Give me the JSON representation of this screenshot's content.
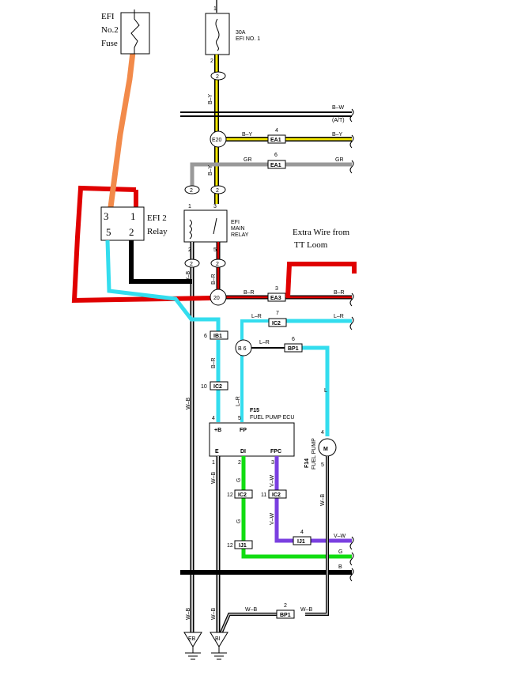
{
  "annotations": {
    "efi2_fuse": [
      "EFI",
      "No.2",
      "Fuse"
    ],
    "efi2_relay": [
      "EFI 2",
      "Relay"
    ],
    "efi2_relay_pins": [
      "3",
      "1",
      "5",
      "2"
    ],
    "extra_wire": [
      "Extra Wire from",
      "TT Loom"
    ]
  },
  "fuse": {
    "rating": "30A",
    "name": "EFI NO. 1",
    "pin_top": "1",
    "pin_bottom": "2"
  },
  "relay": {
    "label": [
      "EFI",
      "MAIN",
      "RELAY"
    ],
    "pins": [
      "1",
      "3",
      "2",
      "5"
    ]
  },
  "ecu": {
    "id": "F15",
    "name": "FUEL PUMP ECU",
    "pins_top": [
      "4",
      "5"
    ],
    "terms_top": [
      "+B",
      "FP"
    ],
    "terms_bottom": [
      "E",
      "DI",
      "FPC"
    ],
    "pins_bottom": [
      "1",
      "2",
      "3"
    ]
  },
  "pump": {
    "id": "F14",
    "name": "FUEL PUMP",
    "symbol": "M",
    "pin_top": "4",
    "pin_bottom": "5"
  },
  "connectors": {
    "c2a": "2",
    "e20": "E20",
    "ea1_pin": "4",
    "ea1": "EA1",
    "ea1b_pin": "6",
    "ea1b": "EA1",
    "c2b": "2",
    "c2c": "2",
    "c2d": "2",
    "c2e": "2",
    "e20b": "20",
    "ea3_pin": "3",
    "ea3": "EA3",
    "ic2a_pin": "7",
    "ic2a": "IC2",
    "ib1_pin": "6",
    "ib1": "IB1",
    "b6": "B 6",
    "bp1a_pin": "6",
    "bp1a": "BP1",
    "ic2b_pin": "10",
    "ic2b": "IC2",
    "ic2c_pin": "12",
    "ic2c": "IC2",
    "ic2d_pin": "11",
    "ic2d": "IC2",
    "ij1a_pin": "12",
    "ij1a": "IJ1",
    "ij1b_pin": "4",
    "ij1b": "IJ1",
    "bp1b_pin": "2",
    "bp1b": "BP1",
    "eb": "EB",
    "bi": "BI"
  },
  "wires": {
    "by1": "B–Y",
    "bw_right": "B–W",
    "at": "(A/T)",
    "by2": "B–Y",
    "by3": "B–Y",
    "gr1": "GR",
    "gr2": "GR",
    "by4": "B–Y",
    "wb1": "W–B",
    "br1": "B–R",
    "br2": "B–R",
    "br3": "B–R",
    "lr1": "L–R",
    "lr2": "L–R",
    "lr3": "L–R",
    "lr4": "L–R",
    "br4": "B–R",
    "l1": "L",
    "wb2": "W–B",
    "g1": "G",
    "vw1": "V–W",
    "g2": "G",
    "vw2": "V–W",
    "wb3": "W–B",
    "vw3": "V–W",
    "g3": "G",
    "b1": "B",
    "wb4": "W–B",
    "wb5": "W–B",
    "wb6": "W–B",
    "wb7": "W–B"
  },
  "colors": {
    "yellow": "#f2e600",
    "gray": "#999999",
    "red": "#e00000",
    "orange": "#f28a4a",
    "cyan": "#33ddee",
    "green": "#11dd11",
    "purple": "#7a3fe0",
    "black": "#000000"
  }
}
